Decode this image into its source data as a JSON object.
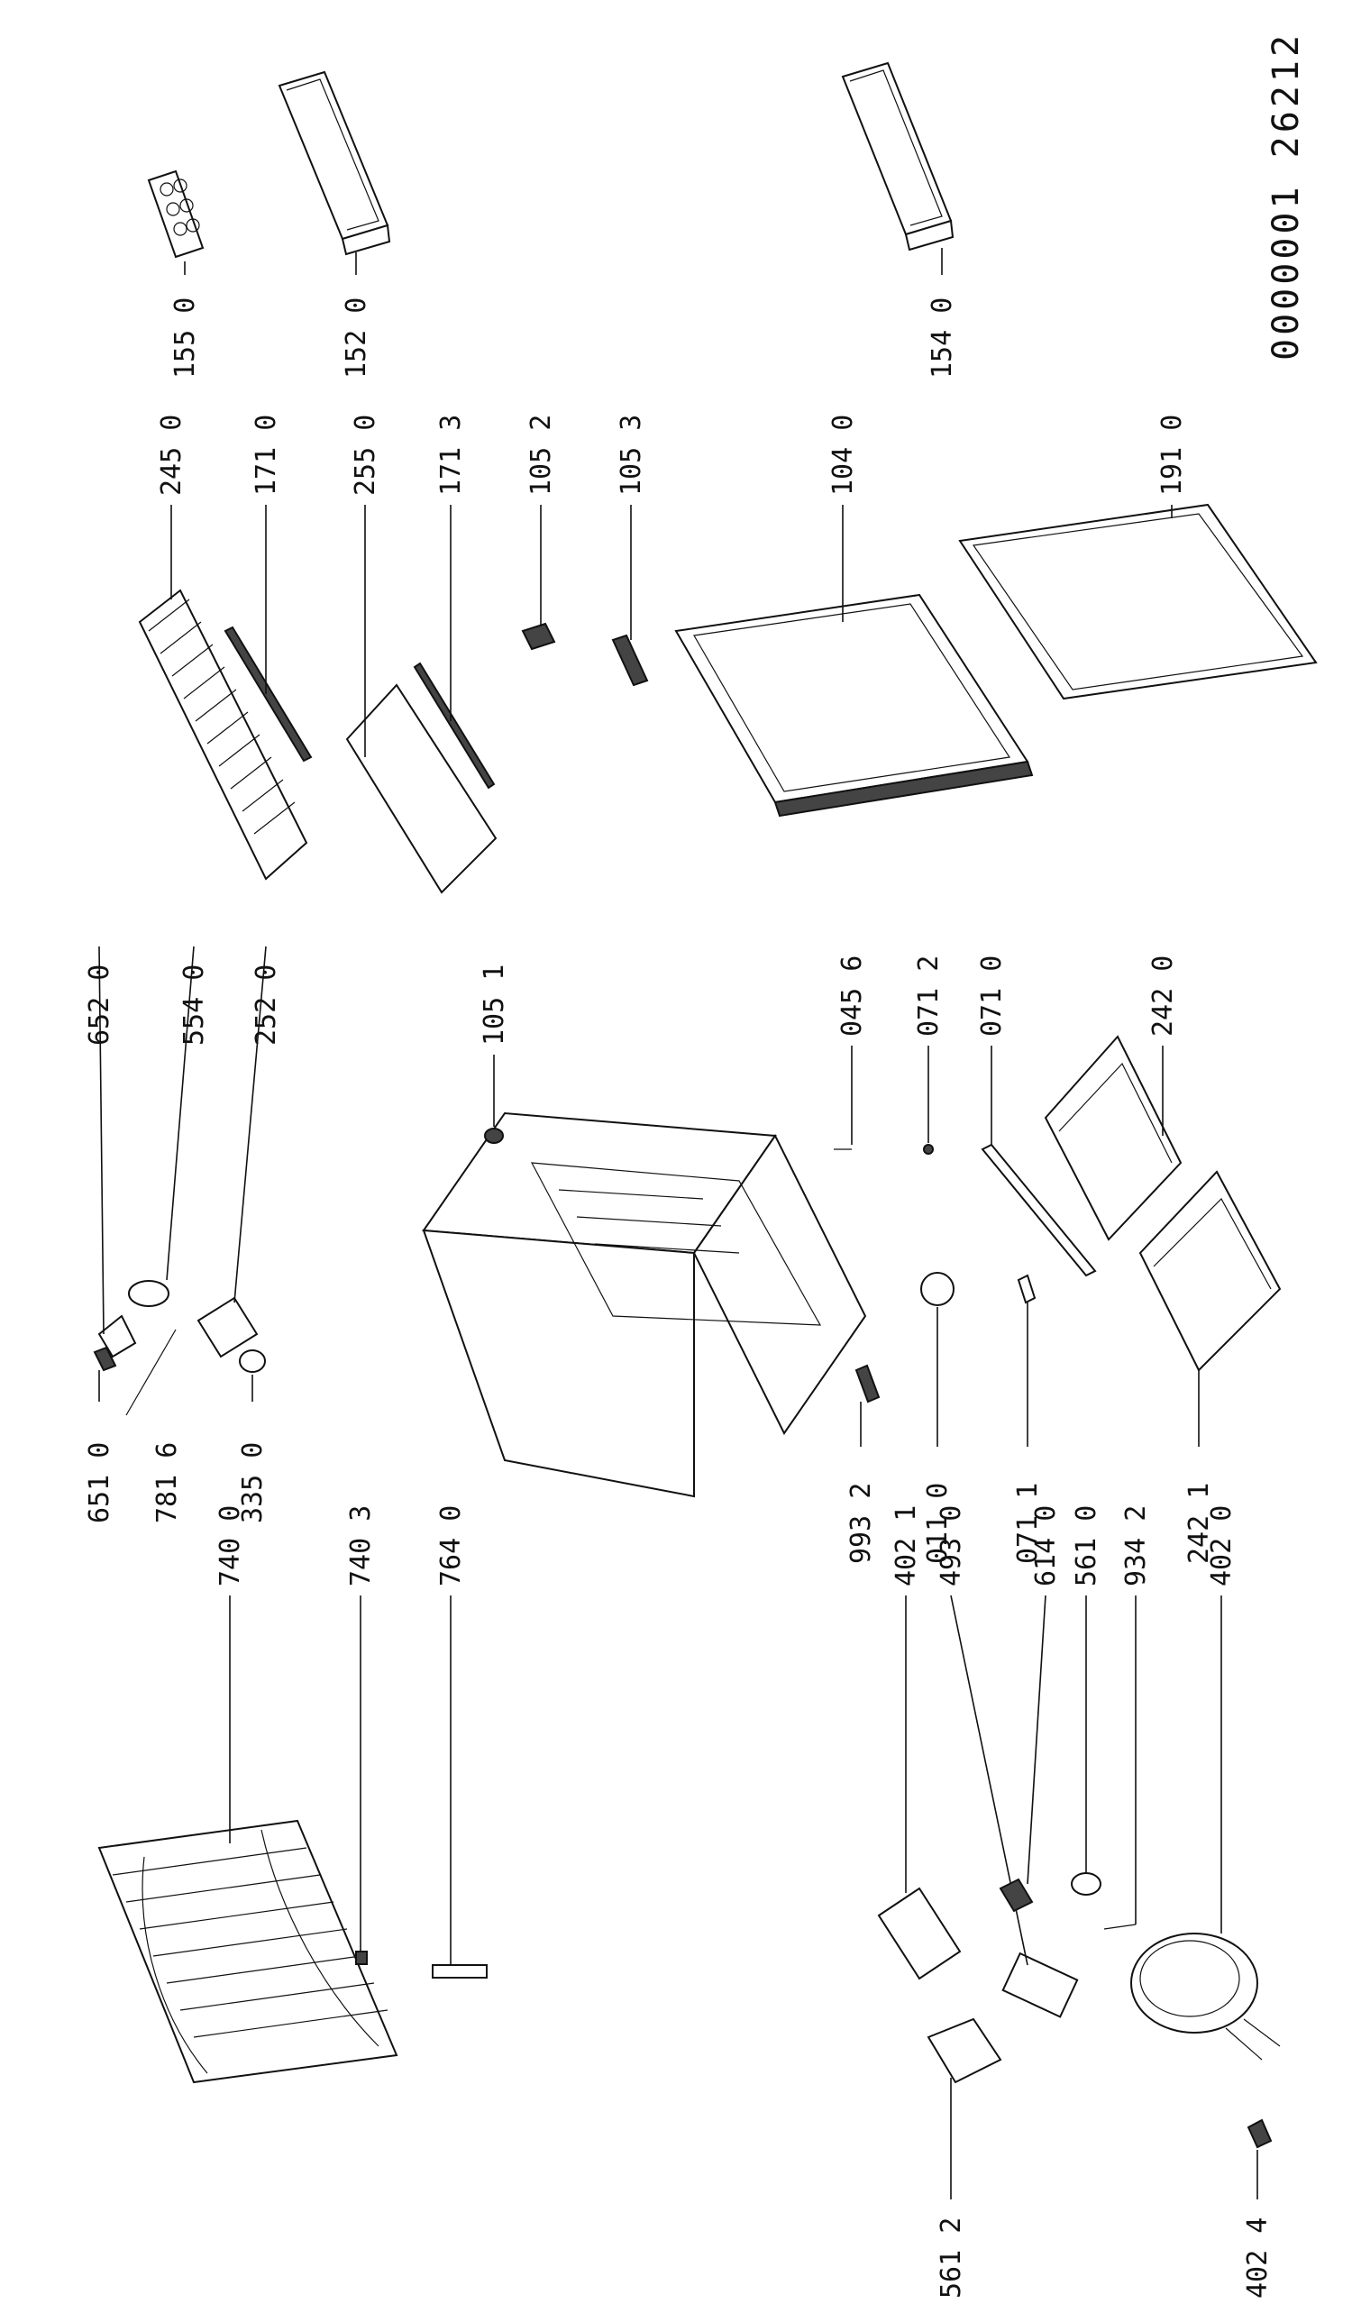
{
  "document_code": "0000001 26212",
  "labels": [
    {
      "id": "155-0",
      "text": "155 0"
    },
    {
      "id": "152-0",
      "text": "152 0"
    },
    {
      "id": "154-0",
      "text": "154 0"
    },
    {
      "id": "245-0",
      "text": "245 0"
    },
    {
      "id": "171-0",
      "text": "171 0"
    },
    {
      "id": "255-0",
      "text": "255 0"
    },
    {
      "id": "171-3",
      "text": "171 3"
    },
    {
      "id": "105-2",
      "text": "105 2"
    },
    {
      "id": "105-3",
      "text": "105 3"
    },
    {
      "id": "104-0",
      "text": "104 0"
    },
    {
      "id": "191-0",
      "text": "191 0"
    },
    {
      "id": "652-0",
      "text": "652 0"
    },
    {
      "id": "554-0",
      "text": "554 0"
    },
    {
      "id": "252-0",
      "text": "252 0"
    },
    {
      "id": "105-1",
      "text": "105 1"
    },
    {
      "id": "045-6",
      "text": "045 6"
    },
    {
      "id": "071-2",
      "text": "071 2"
    },
    {
      "id": "071-0",
      "text": "071 0"
    },
    {
      "id": "242-0",
      "text": "242 0"
    },
    {
      "id": "651-0",
      "text": "651 0"
    },
    {
      "id": "781-6",
      "text": "781 6"
    },
    {
      "id": "335-0",
      "text": "335 0"
    },
    {
      "id": "993-2",
      "text": "993 2"
    },
    {
      "id": "011-0",
      "text": "011 0"
    },
    {
      "id": "071-1",
      "text": "071 1"
    },
    {
      "id": "242-1",
      "text": "242 1"
    },
    {
      "id": "740-0",
      "text": "740 0"
    },
    {
      "id": "740-3",
      "text": "740 3"
    },
    {
      "id": "764-0",
      "text": "764 0"
    },
    {
      "id": "402-1",
      "text": "402 1"
    },
    {
      "id": "493-0",
      "text": "493 0"
    },
    {
      "id": "614-0",
      "text": "614 0"
    },
    {
      "id": "561-0",
      "text": "561 0"
    },
    {
      "id": "934-2",
      "text": "934 2"
    },
    {
      "id": "402-0",
      "text": "402 0"
    },
    {
      "id": "561-2",
      "text": "561 2"
    },
    {
      "id": "402-4",
      "text": "402 4"
    }
  ]
}
